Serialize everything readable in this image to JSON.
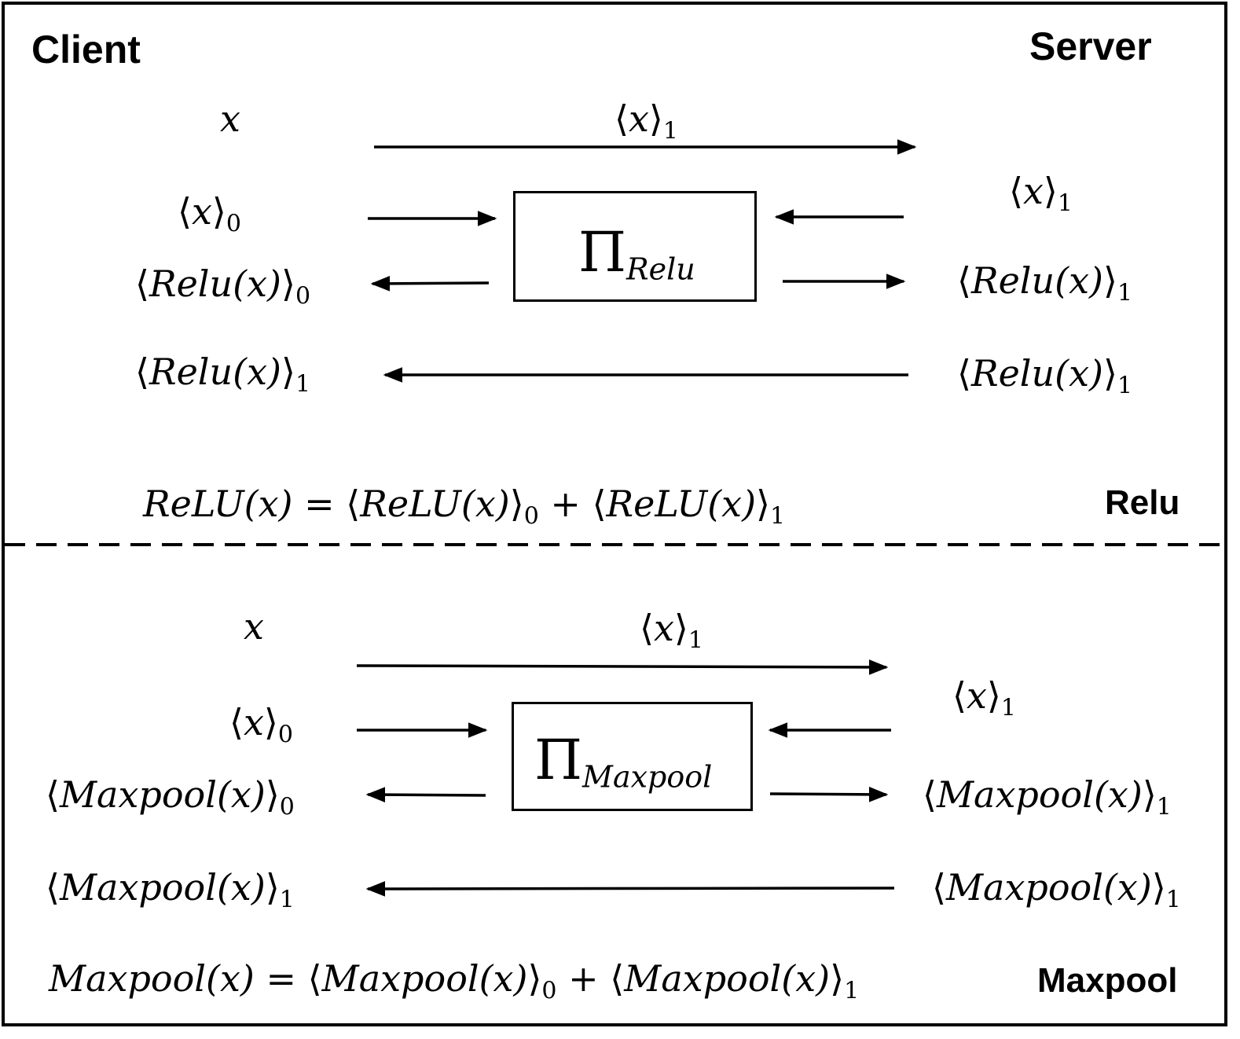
{
  "headers": {
    "client": "Client",
    "server": "Server"
  },
  "relu": {
    "section_name": "Relu",
    "client_x": "x",
    "sent_share": "x",
    "sent_share_sub": "1",
    "client_share": "x",
    "client_share_sub": "0",
    "server_share": "x",
    "server_share_sub": "1",
    "box_label": "Π",
    "box_sub": "Relu",
    "client_out": "Relu(x)",
    "client_out_sub": "0",
    "server_out": "Relu(x)",
    "server_out_sub": "1",
    "client_recv": "Relu(x)",
    "client_recv_sub": "1",
    "server_send": "Relu(x)",
    "server_send_sub": "1",
    "formula": {
      "lhs": "ReLU(x) =",
      "term1": "ReLU(x)",
      "term1_sub": "0",
      "plus": "+",
      "term2": "ReLU(x)",
      "term2_sub": "1"
    }
  },
  "maxpool": {
    "section_name": "Maxpool",
    "client_x": "x",
    "sent_share": "x",
    "sent_share_sub": "1",
    "client_share": "x",
    "client_share_sub": "0",
    "server_share": "x",
    "server_share_sub": "1",
    "box_label": "Π",
    "box_sub": "Maxpool",
    "client_out": "Maxpool(x)",
    "client_out_sub": "0",
    "server_out": "Maxpool(x)",
    "server_out_sub": "1",
    "client_recv": "Maxpool(x)",
    "client_recv_sub": "1",
    "server_send": "Maxpool(x)",
    "server_send_sub": "1",
    "formula": {
      "lhs": "Maxpool(x) =",
      "term1": "Maxpool(x)",
      "term1_sub": "0",
      "plus": "+",
      "term2": "Maxpool(x)",
      "term2_sub": "1"
    }
  },
  "colors": {
    "stroke": "#000000",
    "background": "#ffffff"
  }
}
